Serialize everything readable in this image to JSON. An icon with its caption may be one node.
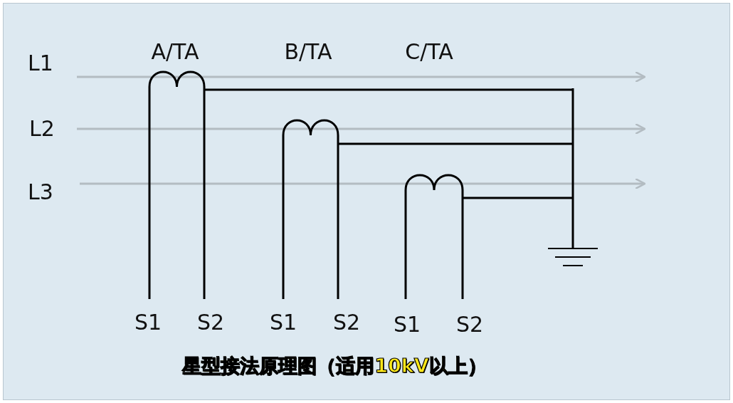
{
  "diagram": {
    "caption": "星型接法原理图（适用10kV以上）",
    "labels": [
      "A/TA",
      "B/TA",
      "C/TA",
      "L1",
      "L2",
      "L3",
      "S1",
      "S2",
      "S1",
      "S2",
      "S1",
      "S2"
    ]
  }
}
